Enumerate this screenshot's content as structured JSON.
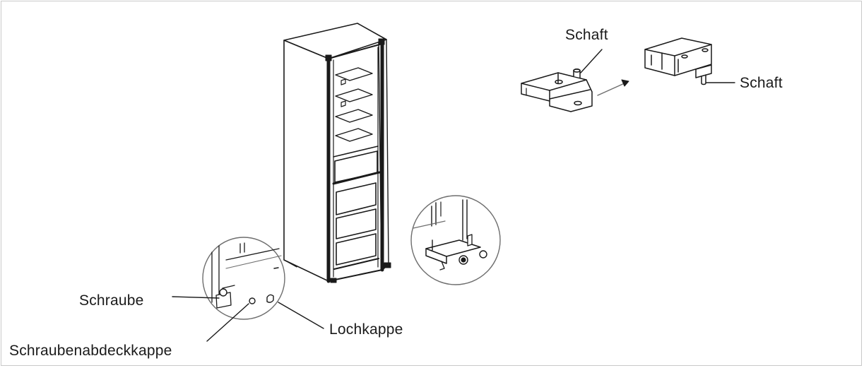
{
  "labels": {
    "schaft_top": "Schaft",
    "schaft_right": "Schaft",
    "schraube": "Schraube",
    "lochkappe": "Lochkappe",
    "schraubenabdeckkappe": "Schraubenabdeckkappe"
  },
  "colors": {
    "line": "#1a1a1a",
    "light_line": "#6e6e6e",
    "frame": "#c9c9c9",
    "background": "#ffffff"
  }
}
